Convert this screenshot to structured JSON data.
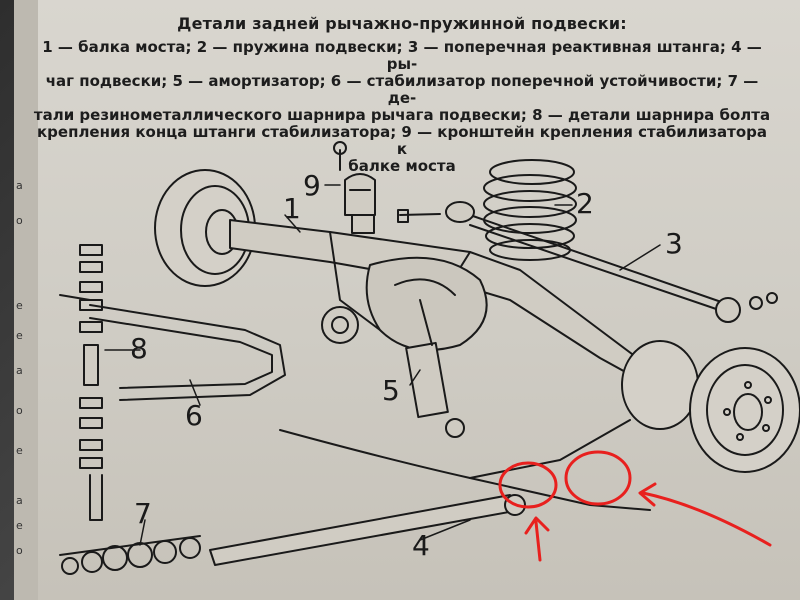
{
  "caption": {
    "title": "Детали задней рычажно-пружинной подвески:",
    "line1": "1 — балка моста; 2 — пружина подвески; 3 — поперечная реактивная штанга; 4 — ры-",
    "line2": "чаг подвески; 5 — амортизатор; 6 — стабилизатор поперечной устойчивости; 7 — де-",
    "line3": "тали резинометаллического шарнира рычага подвески; 8 — детали шарнира болта",
    "line4": "крепления конца штанги стабилизатора; 9 — кронштейн крепления стабилизатора к",
    "line5": "балке моста"
  },
  "callouts": {
    "n1": "1",
    "n2": "2",
    "n3": "3",
    "n4": "4",
    "n5": "5",
    "n6": "6",
    "n7": "7",
    "n8": "8",
    "n9": "9"
  },
  "margin_text": [
    "а",
    "о",
    "е",
    "е",
    "а",
    "о",
    "е",
    "а",
    "е",
    "о"
  ],
  "highlight_color": "#e8201e"
}
